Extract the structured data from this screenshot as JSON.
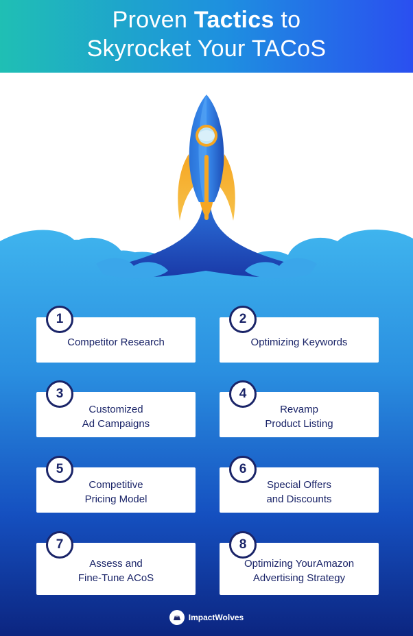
{
  "header": {
    "title_part1": "Proven ",
    "title_bold": "Tactics",
    "title_part2": " to",
    "title_line2": "Skyrocket Your TACoS"
  },
  "tactics": [
    {
      "number": "1",
      "label": "Competitor Research"
    },
    {
      "number": "2",
      "label": "Optimizing Keywords"
    },
    {
      "number": "3",
      "label": "Customized\nAd Campaigns"
    },
    {
      "number": "4",
      "label": "Revamp\nProduct Listing"
    },
    {
      "number": "5",
      "label": "Competitive\nPricing Model"
    },
    {
      "number": "6",
      "label": "Special Offers\nand Discounts"
    },
    {
      "number": "7",
      "label": "Assess and\nFine-Tune ACoS"
    },
    {
      "number": "8",
      "label": "Optimizing YourAmazon\nAdvertising Strategy"
    }
  ],
  "footer": {
    "brand_name": "ImpactWolves",
    "logo_icon": "wolf-logo-icon"
  },
  "colors": {
    "header_gradient_start": "#1fbfb4",
    "header_gradient_end": "#2a4ff0",
    "background_top": "#35a9e8",
    "background_bottom": "#0c2a8a",
    "text_dark": "#1a2468",
    "rocket_flame": "#f5a623"
  }
}
